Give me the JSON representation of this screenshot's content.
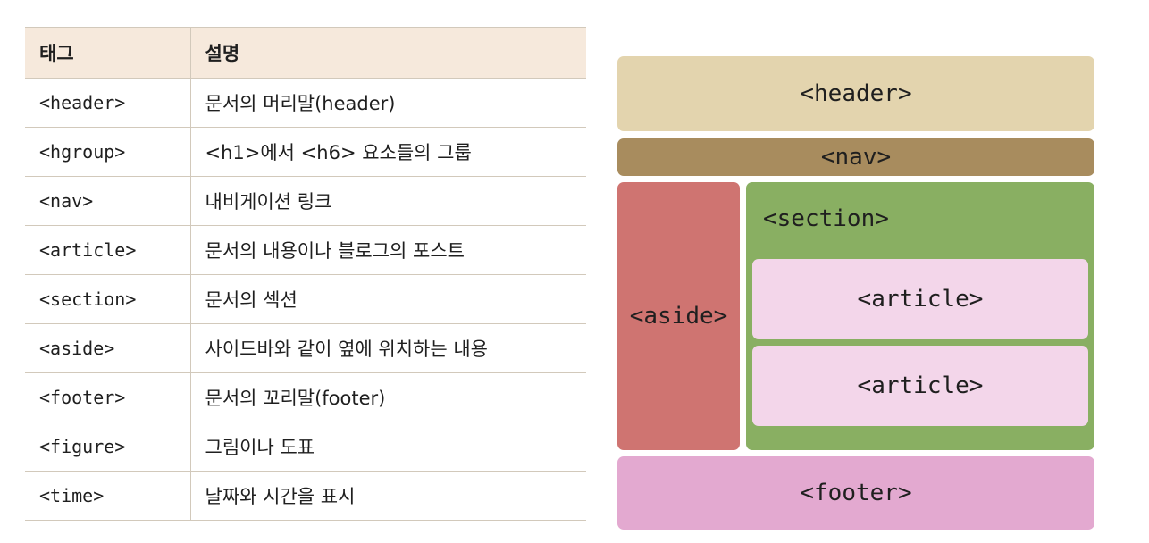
{
  "table": {
    "headers": {
      "tag": "태그",
      "desc": "설명"
    },
    "rows": [
      {
        "tag": "<header>",
        "desc": "문서의 머리말(header)"
      },
      {
        "tag": "<hgroup>",
        "desc": "<h1>에서 <h6> 요소들의 그룹"
      },
      {
        "tag": "<nav>",
        "desc": "내비게이션 링크"
      },
      {
        "tag": "<article>",
        "desc": "문서의 내용이나 블로그의 포스트"
      },
      {
        "tag": "<section>",
        "desc": "문서의 섹션"
      },
      {
        "tag": "<aside>",
        "desc": "사이드바와 같이 옆에 위치하는 내용"
      },
      {
        "tag": "<footer>",
        "desc": "문서의 꼬리말(footer)"
      },
      {
        "tag": "<figure>",
        "desc": "그림이나 도표"
      },
      {
        "tag": "<time>",
        "desc": "날짜와 시간을 표시"
      }
    ]
  },
  "diagram": {
    "header": "<header>",
    "nav": "<nav>",
    "aside": "<aside>",
    "section": "<section>",
    "article_1": "<article>",
    "article_2": "<article>",
    "footer": "<footer>",
    "colors": {
      "header": "#e3d4ae",
      "nav": "#a88c5e",
      "aside": "#cf7471",
      "section": "#89af62",
      "article": "#f3d6ea",
      "footer": "#e3a9d0"
    }
  }
}
